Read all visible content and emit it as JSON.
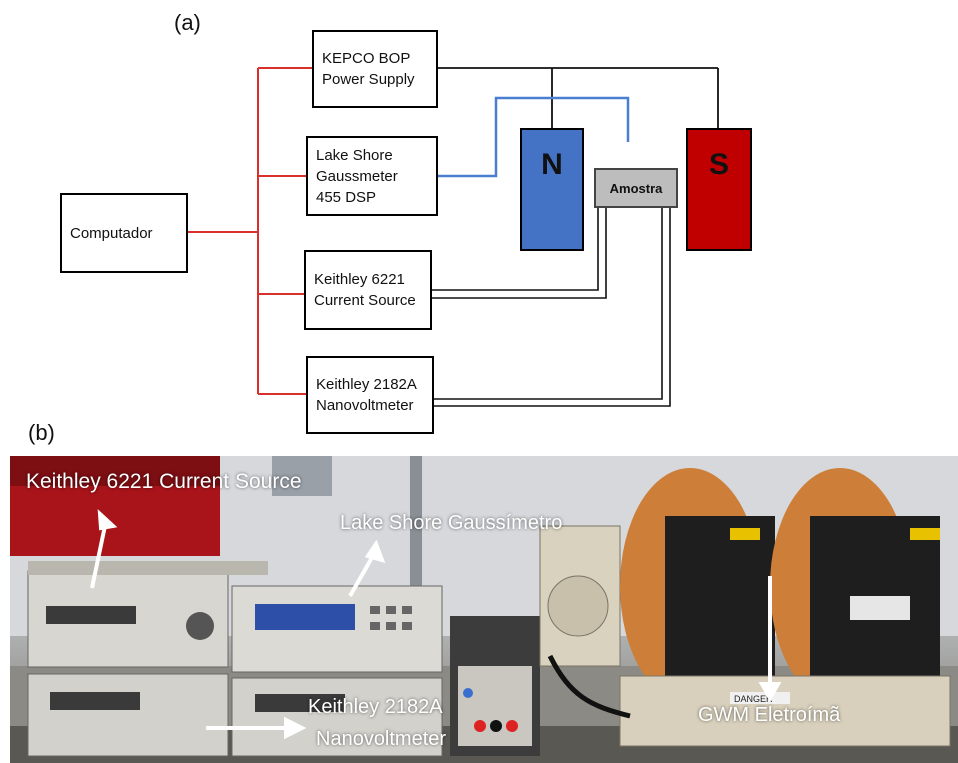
{
  "panel_a": {
    "label": "(a)",
    "computer": "Computador",
    "kepco": [
      "KEPCO BOP",
      "Power Supply"
    ],
    "gaussmeter": [
      "Lake Shore",
      "Gaussmeter",
      "455 DSP"
    ],
    "current_source": [
      "Keithley 6221",
      "Current Source"
    ],
    "nanovoltmeter": [
      "Keithley 2182A",
      "Nanovoltmeter"
    ],
    "magnet_n": "N",
    "magnet_s": "S",
    "sample": "Amostra",
    "colors": {
      "data_link": "#d9302c",
      "power_wire": "#111111",
      "probe_wire": "#4a7fd0",
      "n_pole": "#4472c4",
      "s_pole": "#c00000"
    }
  },
  "panel_b": {
    "label": "(b)",
    "annotations": {
      "current_source": "Keithley 6221 Current Source",
      "gaussmeter": "Lake Shore Gaussímetro",
      "nanovoltmeter_1": "Keithley 2182A",
      "nanovoltmeter_2": "Nanovoltmeter",
      "electromagnet": "GWM Eletroímã"
    },
    "warning_label": "DANGER"
  }
}
